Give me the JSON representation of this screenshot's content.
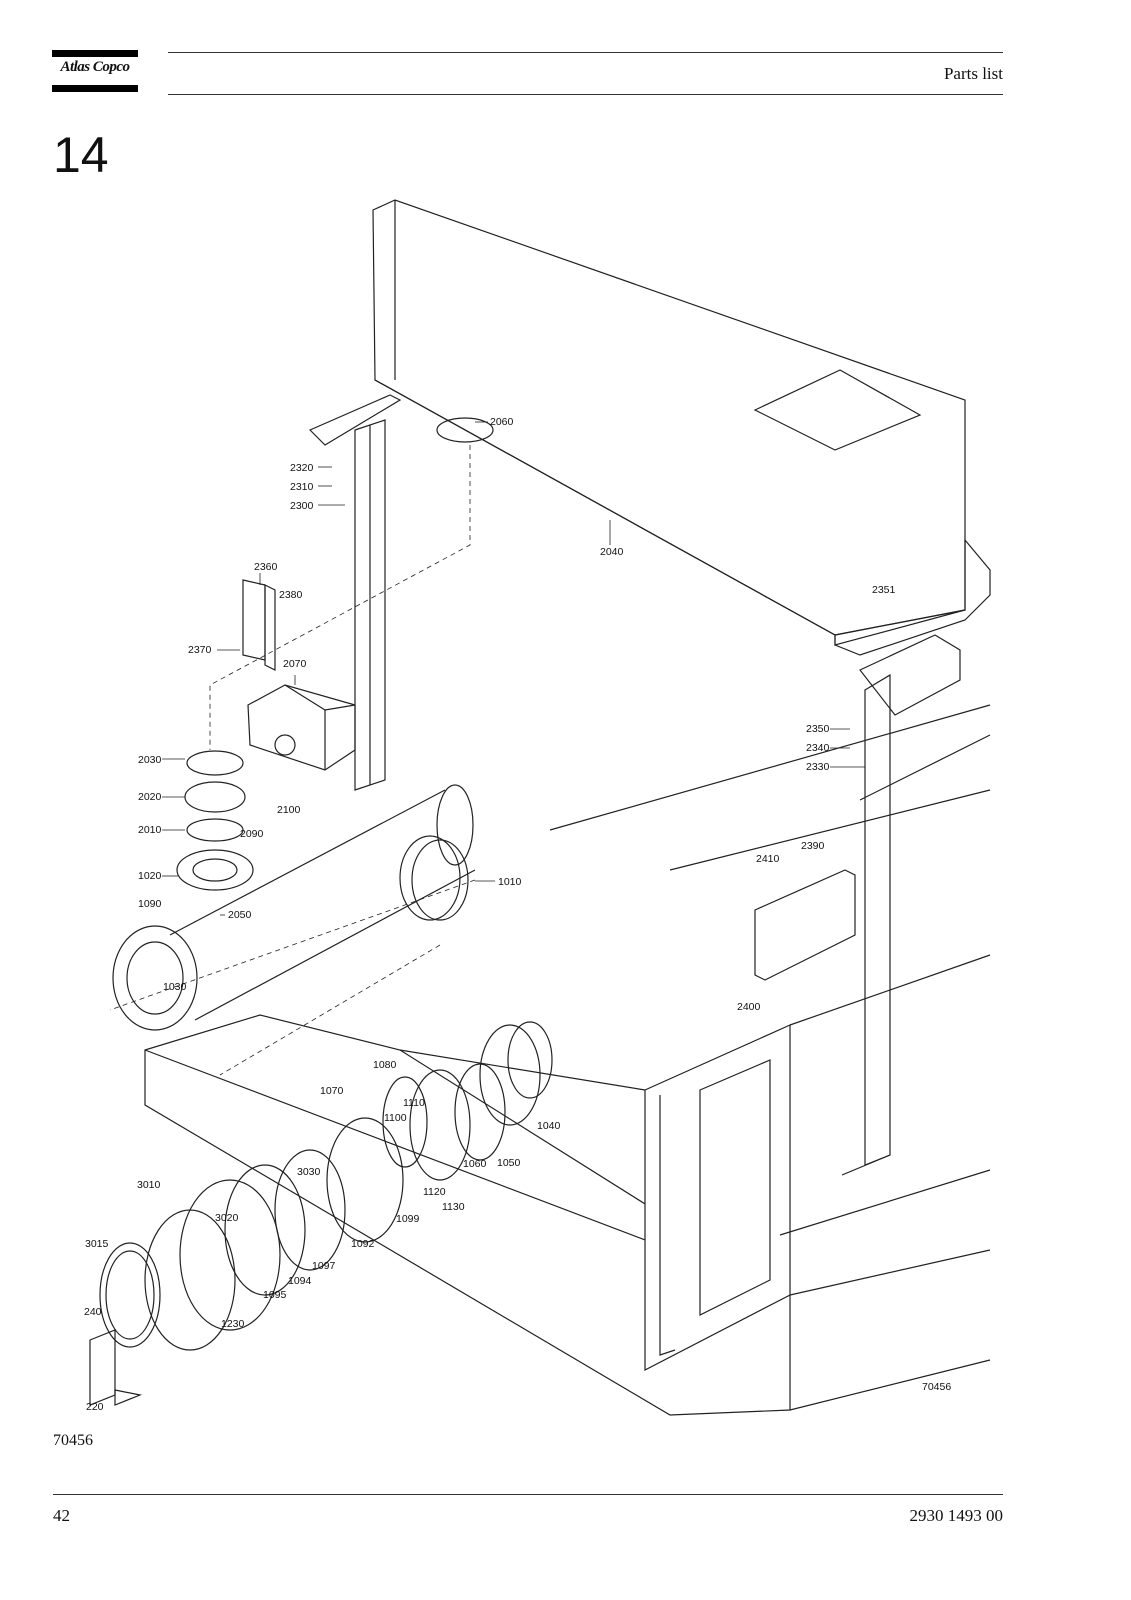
{
  "header": {
    "brand": "Atlas Copco",
    "title": "Parts list"
  },
  "section": {
    "number": "14"
  },
  "drawing": {
    "drawing_number": "70456",
    "callouts": [
      {
        "label": "2060"
      },
      {
        "label": "2320"
      },
      {
        "label": "2310"
      },
      {
        "label": "2300"
      },
      {
        "label": "2040"
      },
      {
        "label": "2360"
      },
      {
        "label": "2380"
      },
      {
        "label": "2351"
      },
      {
        "label": "2370"
      },
      {
        "label": "2070"
      },
      {
        "label": "2350"
      },
      {
        "label": "2340"
      },
      {
        "label": "2330"
      },
      {
        "label": "2030"
      },
      {
        "label": "2020"
      },
      {
        "label": "2100"
      },
      {
        "label": "2010"
      },
      {
        "label": "2090"
      },
      {
        "label": "2390"
      },
      {
        "label": "2410"
      },
      {
        "label": "1020"
      },
      {
        "label": "1010"
      },
      {
        "label": "1090"
      },
      {
        "label": "2050"
      },
      {
        "label": "2400"
      },
      {
        "label": "1030"
      },
      {
        "label": "1080"
      },
      {
        "label": "1070"
      },
      {
        "label": "1110"
      },
      {
        "label": "1100"
      },
      {
        "label": "1040"
      },
      {
        "label": "1060"
      },
      {
        "label": "1050"
      },
      {
        "label": "3030"
      },
      {
        "label": "1120"
      },
      {
        "label": "1130"
      },
      {
        "label": "3010"
      },
      {
        "label": "1099"
      },
      {
        "label": "3020"
      },
      {
        "label": "1092"
      },
      {
        "label": "3015"
      },
      {
        "label": "1097"
      },
      {
        "label": "1094"
      },
      {
        "label": "1095"
      },
      {
        "label": "240"
      },
      {
        "label": "1230"
      },
      {
        "label": "220"
      }
    ]
  },
  "figure_code": "70456",
  "footer": {
    "page_number": "42",
    "document_number": "2930 1493 00"
  }
}
